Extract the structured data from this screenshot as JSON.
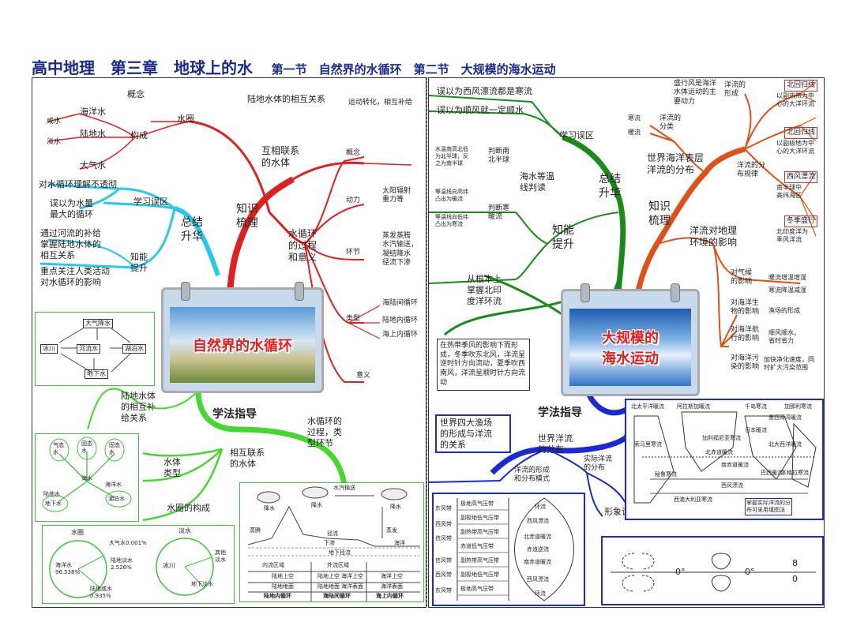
{
  "title": {
    "main": "高中地理　第三章　地球上的水",
    "sub": "第一节　自然界的水循环　第二节　大规模的海水运动"
  },
  "left": {
    "center_title": "自然界的水循环",
    "knowledge": "知识\n梳理",
    "summary": "总结\n升华",
    "method": "学法指导",
    "interrelated": "互相联系\n的水体",
    "land_relation": "陆地水体的相互关系",
    "land_relation_note": "运动转化，相互补给",
    "hydrosphere": "水圈",
    "concept": "概念",
    "composition": "构成",
    "ocean": "海洋水",
    "land_water": "陆地水",
    "atmo_water": "大气水",
    "salt": "咸水",
    "fresh": "淡水",
    "cycle": "水循环\n的过程\n和意义",
    "c_concept": "概念",
    "c_power": "动力",
    "c_power_note": "太阳辐射\n重力等",
    "c_link": "环节",
    "c_link_note": "蒸发蒸腾\n水汽输送，\n凝结降水\n径流下渗",
    "c_type": "类型",
    "c_type_1": "海陆间循环",
    "c_type_2": "陆地内循环",
    "c_type_3": "海上内循环",
    "c_meaning": "意义",
    "mistakes": "学习误区",
    "mistake_1": "对水循环理解不透彻",
    "mistake_2": "误以为水量\n最大的循环",
    "ability": "知能\n提升",
    "ability_1": "通过河流的补给\n掌握陆地水体的\n相互关系",
    "ability_2": "重点关注人类活动\n对水循环的影响",
    "flow_boxes": [
      "大气降水",
      "冰川",
      "河流水",
      "湖泊水",
      "地下水"
    ],
    "land_mutual": "陆地水体\n的相互补\n给关系",
    "body_types": "水体\n类型",
    "related_bodies": "相互联系\n的水体",
    "cycle_types_label": "水循环的\n过程，类\n型环节",
    "hydro_comp": "水圈的构成",
    "tree_nodes": [
      "气态水",
      "固态水",
      "固态水",
      "海洋水",
      "湖泊水",
      "陆地水",
      "地下水",
      "海水"
    ],
    "pie1_title": "水圈",
    "pie1_ocean": "海洋水\n96.538%",
    "pie1_atmo": "大气水0.001%",
    "pie1_land_fresh": "陆地淡水\n2.526%",
    "pie1_land_salt": "陆地咸水\n0.935%",
    "pie2_title": "淡水",
    "pie2_glacier": "冰川",
    "pie2_ground": "地下淡水",
    "pie2_other": "其他\n淡水",
    "cycle_labels": [
      "水汽输送",
      "降水",
      "降水",
      "降水",
      "蒸发",
      "蒸腾",
      "径流",
      "地下径流",
      "海洋",
      "下渗"
    ],
    "cycle_bottom": [
      "内流区域",
      "外流区域",
      "陆地上空",
      "陆地地面",
      "陆地上空",
      "陆地地面",
      "海洋上空",
      "海洋表面",
      "海洋上空",
      "海洋表面"
    ],
    "cycle_footer": [
      "陆地内循环",
      "海陆间循环",
      "海上内循环"
    ]
  },
  "right": {
    "center_title": "大规模的\n海水运动",
    "knowledge": "知识\n梳理",
    "summary": "总结\n升华",
    "method": "学法指导",
    "mistakes": "学习误区",
    "mistake_1": "误以为西风漂流都是寒流",
    "mistake_2": "误以为顺风就一定顺水",
    "isotherm": "海水等温\n线判读",
    "judge_ns": "判断南\n北半球",
    "judge_ns_note": "水温南高北低\n为北半球，反\n之为南半球",
    "judge_wc": "判断寒\n暖流",
    "judge_wc_note1": "等温线向高纬\n凸出为暖流",
    "judge_wc_note2": "等温线向低纬\n凸出为寒流",
    "ability": "知能\n提升",
    "ability_1": "从根本上\n掌握北印\n度洋环流",
    "monsoon_box": "在热带季风的影响下而形成，冬季吹东北风，洋流呈逆时针方向流动，夏季吹西南风，洋流呈顺时针方向流动",
    "surface_dist": "世界海洋表层\n洋流的分布",
    "formation": "洋流的\n形成",
    "formation_note": "盛行风是海洋\n水体运动的主\n要动力",
    "classify": "洋流的\n分类",
    "cold": "寒流",
    "warm": "暖流",
    "dist_law": "洋流的分\n布规律",
    "law_tags": [
      "北回归线",
      "北回归线",
      "西风漂流",
      "冬季盛行"
    ],
    "law_notes": [
      "以副热带为中\n心的大洋环流",
      "以副极地为中\n心的大洋环流",
      "南半球中\n高纬海区",
      "北印度洋为\n季风洋流"
    ],
    "impact": "洋流对地理\n环境的影响",
    "impact_1": "对气候\n的影响",
    "impact_1a": "暖流增温增湿",
    "impact_1b": "寒流降温减湿",
    "impact_2": "对海洋生\n物的影响",
    "impact_2a": "渔场的形成",
    "impact_3": "对海洋航\n行的影响",
    "impact_3a": "顺风顺水，\n省时省力",
    "impact_4": "对海洋污\n染的影响",
    "impact_4a": "加快净化速度，同\n时扩大污染范围",
    "fishery_box": "世界四大渔场\n的形成与洋流\n的关系",
    "world_dist": "世界洋流\n的分布",
    "form_mode": "洋流的形成\n和分布模式",
    "actual": "实际洋流\n的分布",
    "memory": "形象记忆洋流模式",
    "map_note": "掌握实际洋流的分\n布可采用填图法",
    "belts_left": [
      "东风带",
      "西风带",
      "信风带",
      "信风带",
      "西风带",
      "东风带"
    ],
    "pressure_left": [
      "极地高气压带",
      "副极地低气压带",
      "副热带高气压带",
      "赤道低气压带",
      "副热带高气压带",
      "副极地低气压带",
      "极地高气压带"
    ],
    "belts_mid": [
      "环流",
      "西风漂流",
      "北赤道暖流",
      "赤道逆流",
      "南赤道暖流",
      "西风漂流",
      "环流"
    ],
    "map_labels": [
      "北太平洋暖流",
      "阿拉斯加暖流",
      "日本暖流",
      "加利福尼亚寒流",
      "秘鲁寒流",
      "北赤道暖流",
      "南赤道暖流",
      "西风漂流",
      "千岛寒流",
      "加那利寒流",
      "本格拉寒流",
      "巴西暖流",
      "墨西哥湾暖流",
      "北大西洋暖流",
      "索马里寒流",
      "西澳大利亚寒流"
    ],
    "deg1": "0°",
    "deg2": "0°",
    "frac_top": "8",
    "frac_bot": "0"
  }
}
